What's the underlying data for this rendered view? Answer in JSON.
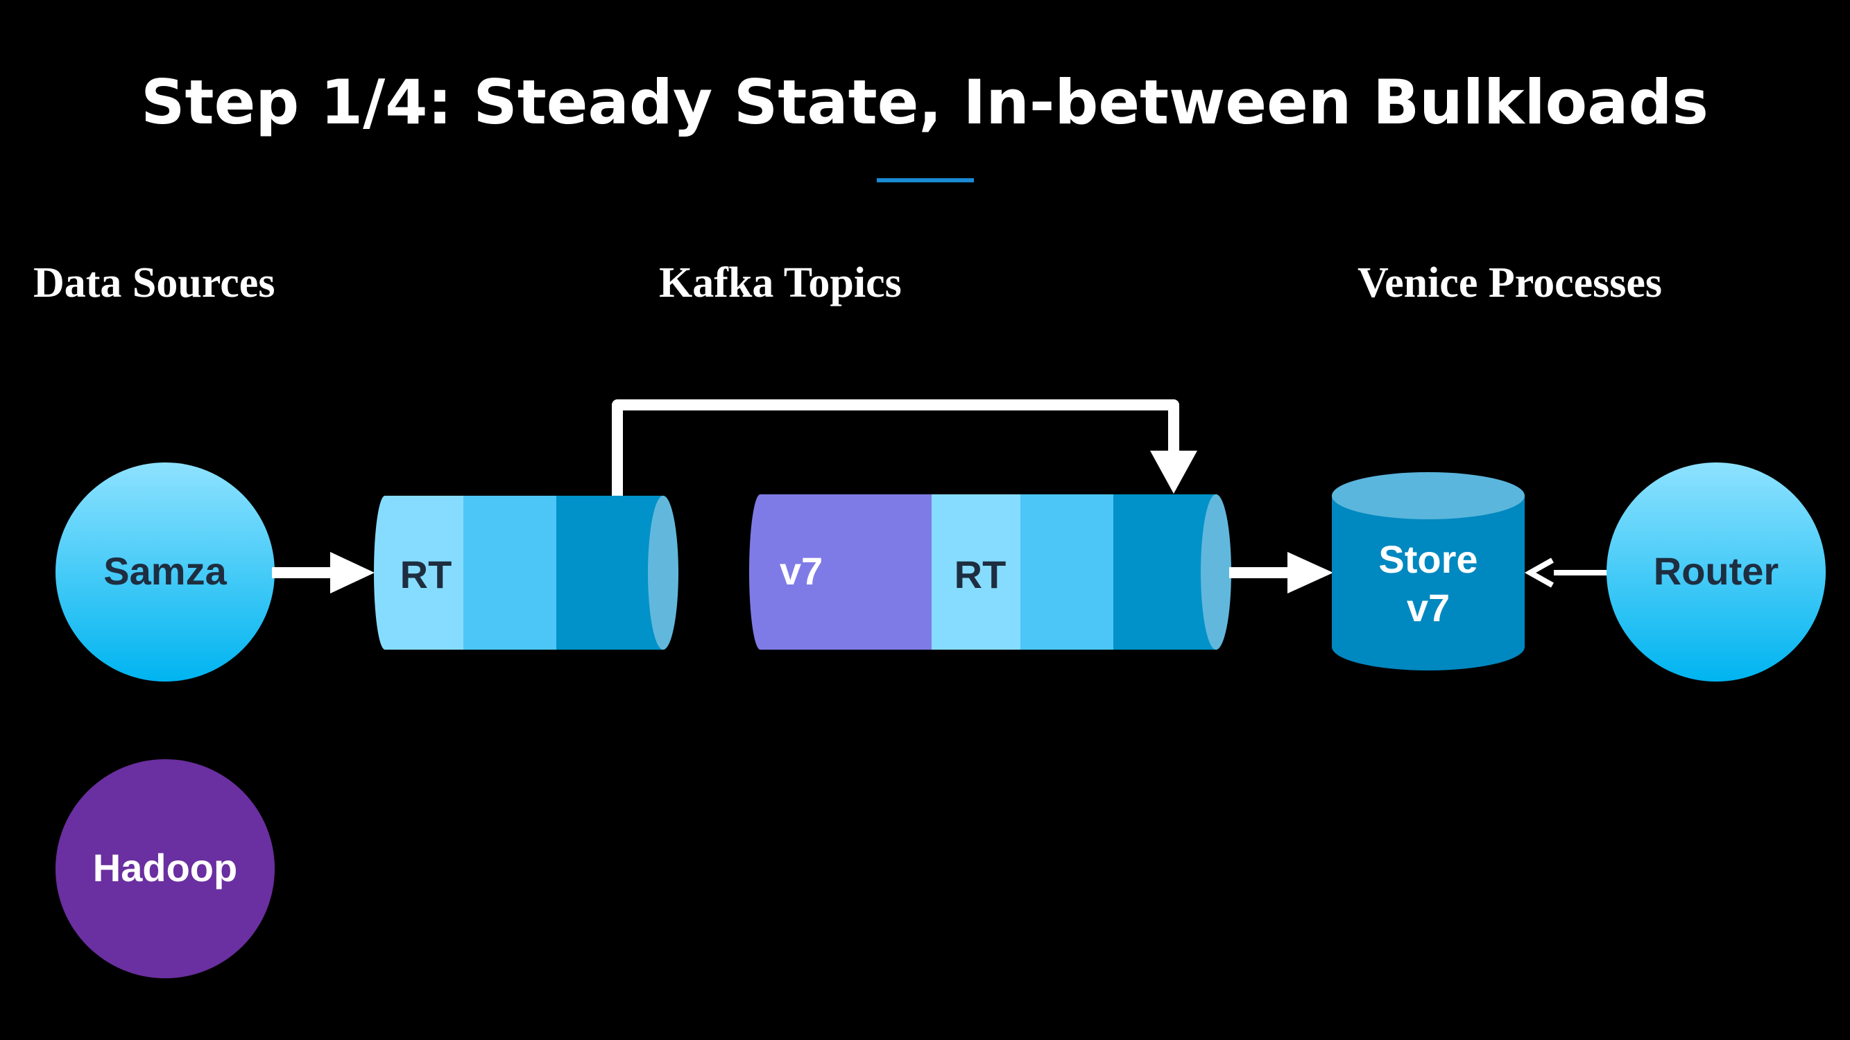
{
  "title": "Step 1/4: Steady State, In-between Bulkloads",
  "sections": {
    "data_sources": "Data Sources",
    "kafka_topics": "Kafka Topics",
    "venice_processes": "Venice Processes"
  },
  "nodes": {
    "samza": "Samza",
    "hadoop": "Hadoop",
    "rt_topic": "RT",
    "v7_version": "v7",
    "v7_rt_segment": "RT",
    "store_line1": "Store",
    "store_line2": "v7",
    "router": "Router"
  },
  "colors": {
    "background": "#000000",
    "accent_underline": "#1a8ad4",
    "circle_light": "#7ddcff",
    "circle_dark": "#0ab4f0",
    "hadoop": "#6a2fa0",
    "segment_lightest": "#86dcff",
    "segment_light": "#4cc6f6",
    "segment_dark": "#0092c8",
    "cylinder_cap": "#62b8dc",
    "v7_segment": "#7f7be6",
    "store_body": "#0088c0",
    "store_top": "#5ab6dc",
    "arrow": "#ffffff"
  }
}
